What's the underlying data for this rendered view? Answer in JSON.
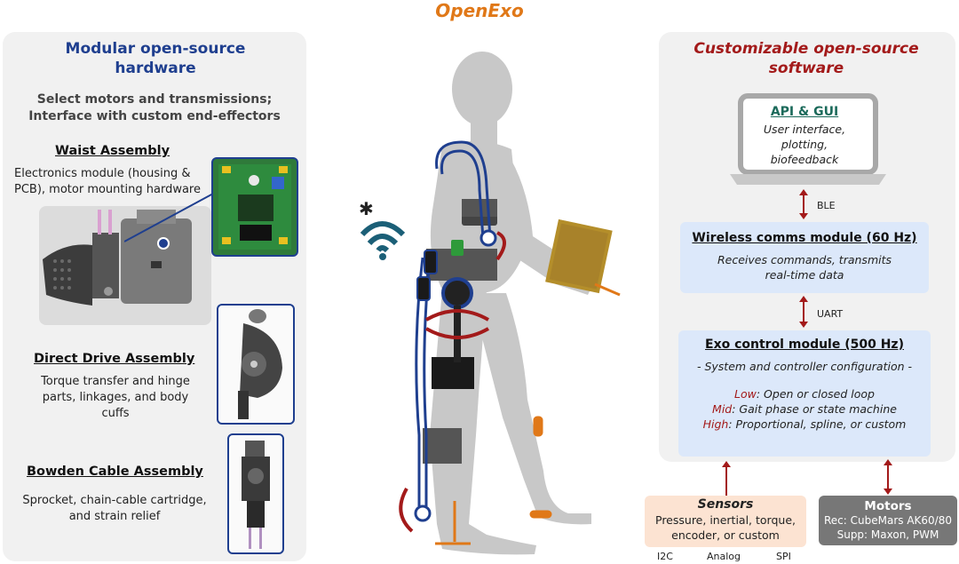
{
  "title": "OpenExo",
  "left": {
    "title": "Modular open-source hardware",
    "subtitle": "Select motors and transmissions; Interface with custom end-effectors",
    "assemblies": [
      {
        "name": "Waist Assembly",
        "desc": "Electronics module (housing & PCB), motor mounting hardware"
      },
      {
        "name": "Direct Drive Assembly",
        "desc": "Torque transfer and hinge parts, linkages, and body cuffs"
      },
      {
        "name": "Bowden Cable Assembly",
        "desc": "Sprocket, chain-cable cartridge, and strain relief"
      }
    ]
  },
  "right": {
    "title": "Customizable open-source software",
    "api": {
      "title": "API & GUI",
      "desc": "User interface, plotting, biofeedback"
    },
    "ble_label": "BLE",
    "wireless": {
      "title": "Wireless comms module (60 Hz)",
      "desc": "Receives commands, transmits real-time data"
    },
    "uart_label": "UART",
    "control": {
      "title": "Exo control module (500 Hz)",
      "subtitle": "- System and controller configuration -",
      "levels": [
        {
          "level": "Low",
          "text": ": Open or closed loop"
        },
        {
          "level": "Mid",
          "text": ": Gait phase or state machine"
        },
        {
          "level": "High",
          "text": ": Proportional, spline, or custom"
        }
      ]
    },
    "sensors": {
      "title": "Sensors",
      "desc": "Pressure, inertial, torque, encoder, or custom",
      "protocols": [
        "I2C",
        "Analog",
        "SPI"
      ]
    },
    "motors": {
      "title": "Motors",
      "line1": "Rec: CubeMars AK60/80",
      "line2": "Supp: Maxon, PWM"
    }
  },
  "colors": {
    "orange": "#e07818",
    "blue": "#1f3f8f",
    "red": "#a31a1a",
    "lightblue": "#dce8fa",
    "peach": "#fce3d2",
    "motorgray": "#777777"
  }
}
